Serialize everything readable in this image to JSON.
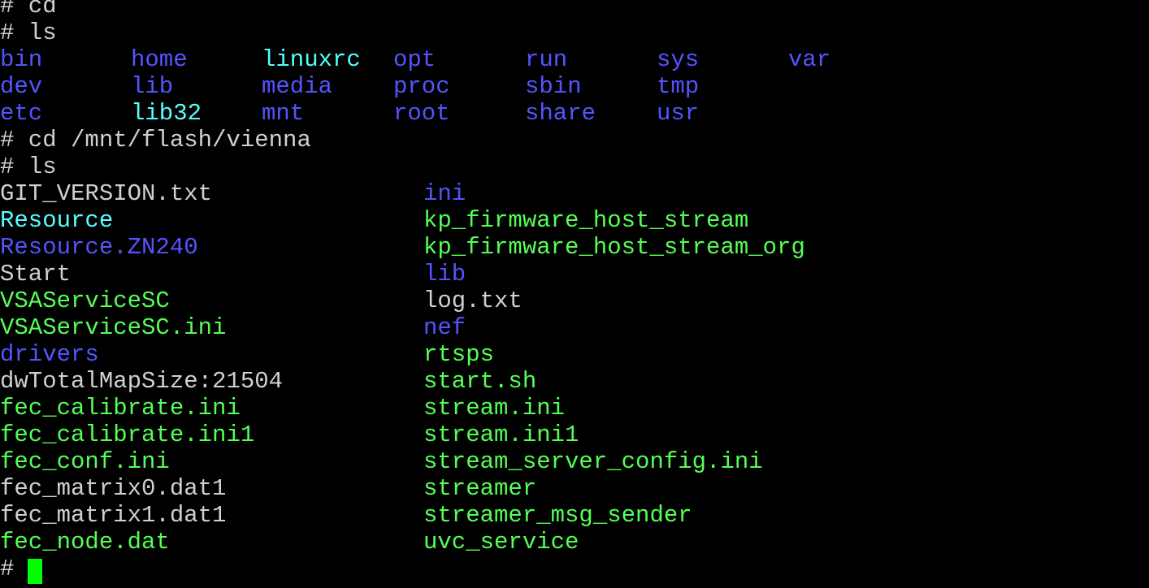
{
  "terminal": {
    "colors": {
      "background": "#000000",
      "plain": "#d0d0d0",
      "directory": "#5454ff",
      "symlink": "#54ffff",
      "executable": "#54ff54",
      "cursor": "#00ff00"
    },
    "lines": [
      {
        "segments": [
          {
            "text": "# cd",
            "kind": "plain"
          }
        ]
      },
      {
        "segments": [
          {
            "text": "# ls",
            "kind": "plain"
          }
        ]
      },
      {
        "segments": [
          {
            "text": "bin",
            "kind": "dir"
          },
          {
            "text": "home",
            "kind": "dir"
          },
          {
            "text": "linuxrc",
            "kind": "link"
          },
          {
            "text": "opt",
            "kind": "dir"
          },
          {
            "text": "run",
            "kind": "dir"
          },
          {
            "text": "sys",
            "kind": "dir"
          },
          {
            "text": "var",
            "kind": "dir"
          }
        ]
      },
      {
        "segments": [
          {
            "text": "dev",
            "kind": "dir"
          },
          {
            "text": "lib",
            "kind": "dir"
          },
          {
            "text": "media",
            "kind": "dir"
          },
          {
            "text": "proc",
            "kind": "dir"
          },
          {
            "text": "sbin",
            "kind": "dir"
          },
          {
            "text": "tmp",
            "kind": "dir"
          }
        ]
      },
      {
        "segments": [
          {
            "text": "etc",
            "kind": "dir"
          },
          {
            "text": "lib32",
            "kind": "link"
          },
          {
            "text": "mnt",
            "kind": "dir"
          },
          {
            "text": "root",
            "kind": "dir"
          },
          {
            "text": "share",
            "kind": "dir"
          },
          {
            "text": "usr",
            "kind": "dir"
          }
        ]
      },
      {
        "segments": [
          {
            "text": "# cd /mnt/flash/vienna",
            "kind": "plain"
          }
        ]
      },
      {
        "segments": [
          {
            "text": "# ls",
            "kind": "plain"
          }
        ]
      },
      {
        "segments": [
          {
            "text": "GIT_VERSION.txt",
            "kind": "plain"
          },
          {
            "text": "ini",
            "kind": "dir"
          }
        ]
      },
      {
        "segments": [
          {
            "text": "Resource",
            "kind": "link"
          },
          {
            "text": "kp_firmware_host_stream",
            "kind": "exe"
          }
        ]
      },
      {
        "segments": [
          {
            "text": "Resource.ZN240",
            "kind": "dir"
          },
          {
            "text": "kp_firmware_host_stream_org",
            "kind": "exe"
          }
        ]
      },
      {
        "segments": [
          {
            "text": "Start",
            "kind": "plain"
          },
          {
            "text": "lib",
            "kind": "dir"
          }
        ]
      },
      {
        "segments": [
          {
            "text": "VSAServiceSC",
            "kind": "exe"
          },
          {
            "text": "log.txt",
            "kind": "plain"
          }
        ]
      },
      {
        "segments": [
          {
            "text": "VSAServiceSC.ini",
            "kind": "exe"
          },
          {
            "text": "nef",
            "kind": "dir"
          }
        ]
      },
      {
        "segments": [
          {
            "text": "drivers",
            "kind": "dir"
          },
          {
            "text": "rtsps",
            "kind": "exe"
          }
        ]
      },
      {
        "segments": [
          {
            "text": "dwTotalMapSize:21504",
            "kind": "plain"
          },
          {
            "text": "start.sh",
            "kind": "exe"
          }
        ]
      },
      {
        "segments": [
          {
            "text": "fec_calibrate.ini",
            "kind": "exe"
          },
          {
            "text": "stream.ini",
            "kind": "exe"
          }
        ]
      },
      {
        "segments": [
          {
            "text": "fec_calibrate.ini1",
            "kind": "exe"
          },
          {
            "text": "stream.ini1",
            "kind": "exe"
          }
        ]
      },
      {
        "segments": [
          {
            "text": "fec_conf.ini",
            "kind": "exe"
          },
          {
            "text": "stream_server_config.ini",
            "kind": "exe"
          }
        ]
      },
      {
        "segments": [
          {
            "text": "fec_matrix0.dat1",
            "kind": "plain"
          },
          {
            "text": "streamer",
            "kind": "exe"
          }
        ]
      },
      {
        "segments": [
          {
            "text": "fec_matrix1.dat1",
            "kind": "plain"
          },
          {
            "text": "streamer_msg_sender",
            "kind": "exe"
          }
        ]
      },
      {
        "segments": [
          {
            "text": "fec_node.dat",
            "kind": "exe"
          },
          {
            "text": "uvc_service",
            "kind": "exe"
          }
        ]
      }
    ],
    "prompt": "#"
  }
}
